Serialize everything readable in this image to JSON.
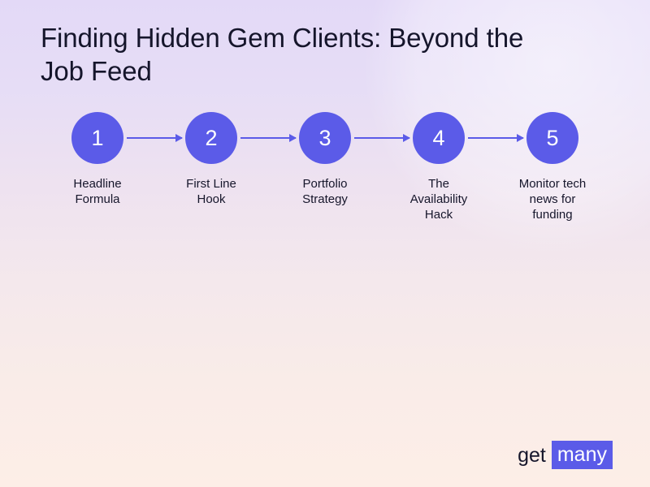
{
  "slide": {
    "title": "Finding Hidden Gem Clients: Beyond the\nJob Feed",
    "background": {
      "gradient_top": "#e3d9f7",
      "gradient_bottom": "#fdeee7"
    },
    "accent_color": "#5b5be8",
    "text_color": "#16162b"
  },
  "flow": {
    "type": "linear-process",
    "connector_color": "#5b5be8",
    "steps": [
      {
        "number": "1",
        "label": "Headline\nFormula"
      },
      {
        "number": "2",
        "label": "First Line\nHook"
      },
      {
        "number": "3",
        "label": "Portfolio\nStrategy"
      },
      {
        "number": "4",
        "label": "The\nAvailability\nHack"
      },
      {
        "number": "5",
        "label": "Monitor tech\nnews for\nfunding"
      }
    ]
  },
  "logo": {
    "word_plain": "get",
    "word_highlighted": "many",
    "highlight_color": "#5b5be8"
  }
}
